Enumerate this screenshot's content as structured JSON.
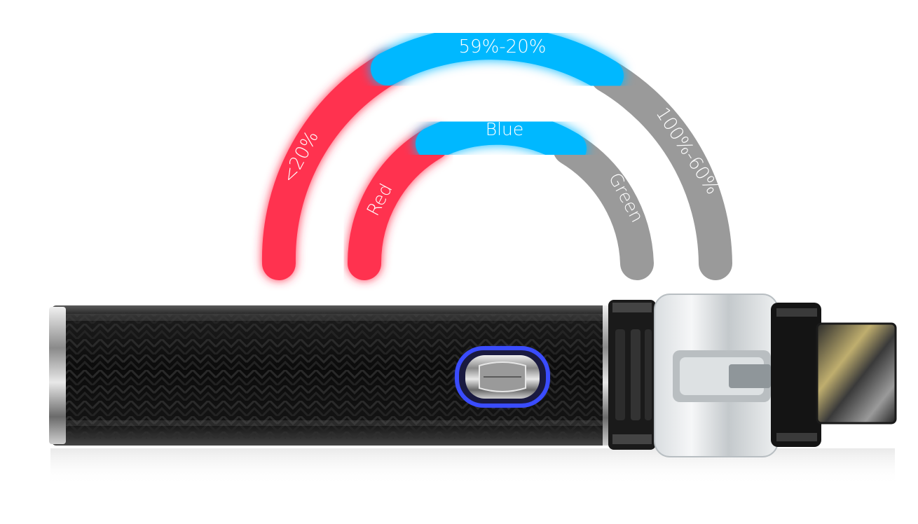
{
  "indicator": {
    "outer_ring": {
      "low_label": "<20%",
      "mid_label": "59%-20%",
      "high_label": "100%-60%"
    },
    "inner_ring": {
      "low_label": "Red",
      "mid_label": "Blue",
      "high_label": "Green"
    }
  },
  "colors": {
    "red": "#ff3150",
    "blue": "#00b8ff",
    "gray": "#9a9a9a",
    "button_glow": "#3a4cff"
  },
  "icons": {
    "fire_button": "fire-button-icon"
  }
}
